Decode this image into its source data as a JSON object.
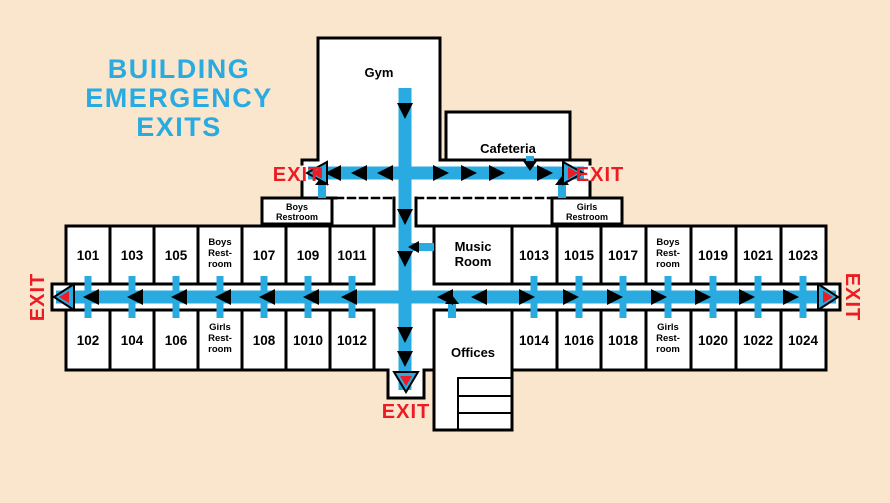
{
  "colors": {
    "background": "#f9e6cc",
    "route_blue": "#29abe2",
    "exit_red": "#ed1c24",
    "wall_black": "#000000",
    "room_white": "#ffffff",
    "title_blue": "#29abe2"
  },
  "title": {
    "lines": [
      "BUILDING",
      "EMERGENCY",
      "EXITS"
    ]
  },
  "exit_label": "EXIT",
  "upper_rooms": {
    "gym": "Gym",
    "cafeteria": "Cafeteria",
    "boys_restroom_lines": [
      "Boys",
      "Restroom"
    ],
    "girls_restroom_lines": [
      "Girls",
      "Restroom"
    ]
  },
  "center_rooms": {
    "music_room_lines": [
      "Music",
      "Room"
    ],
    "offices": "Offices"
  },
  "wing": {
    "top_numbers": [
      "101",
      "103",
      "105",
      "107",
      "109",
      "1011",
      "1013",
      "1015",
      "1017",
      "1019",
      "1021",
      "1023"
    ],
    "bottom_numbers": [
      "102",
      "104",
      "106",
      "108",
      "1010",
      "1012",
      "1014",
      "1016",
      "1018",
      "1020",
      "1022",
      "1024"
    ],
    "boys_restroom_lines": [
      "Boys",
      "Rest-",
      "room"
    ],
    "girls_restroom_lines": [
      "Girls",
      "Rest-",
      "room"
    ]
  }
}
